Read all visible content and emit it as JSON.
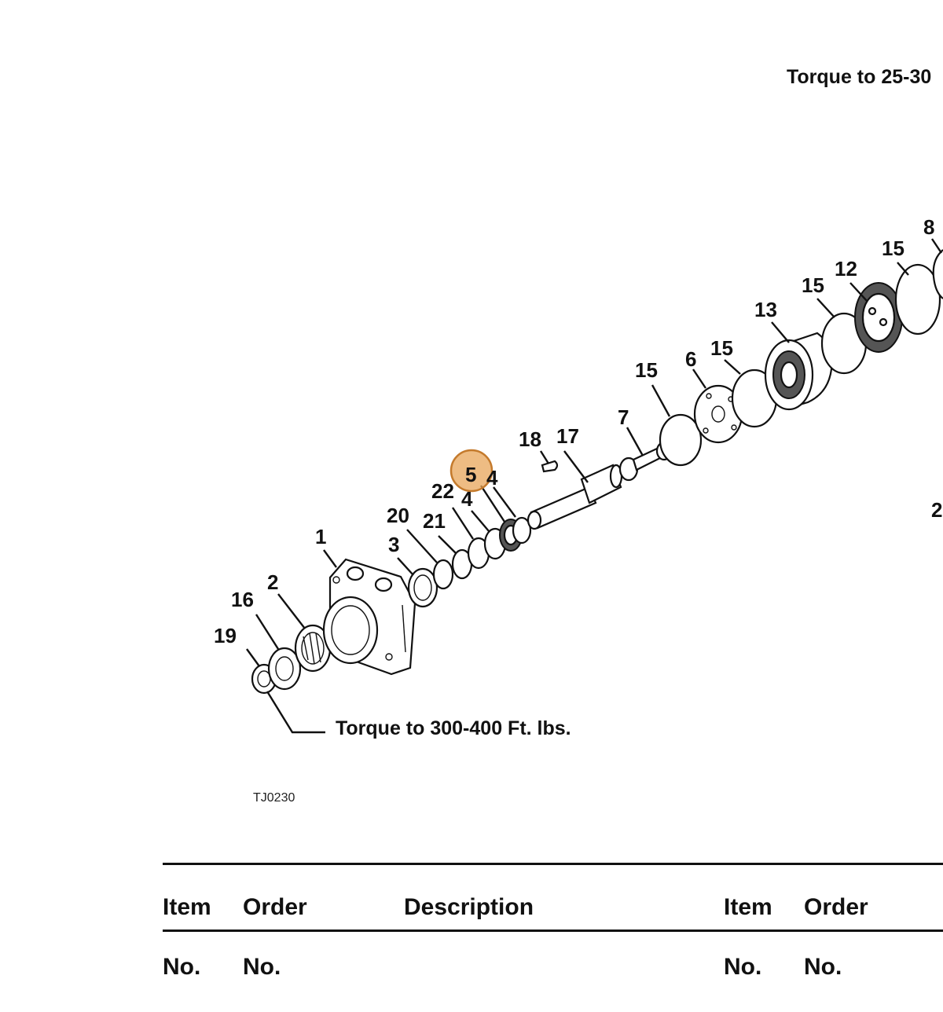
{
  "callouts": {
    "c1": "1",
    "c2": "2",
    "c3": "3",
    "c4a": "4",
    "c4b": "4",
    "c5": "5",
    "c6": "6",
    "c7": "7",
    "c8": "8",
    "c12": "12",
    "c13": "13",
    "c15a": "15",
    "c15b": "15",
    "c15c": "15",
    "c15d": "15",
    "c16": "16",
    "c17": "17",
    "c18": "18",
    "c19": "19",
    "c20": "20",
    "c21": "21",
    "c22": "22",
    "c2r": "2"
  },
  "notes": {
    "torque_top": "Torque to 25-30",
    "torque_bottom": "Torque to 300-400 Ft. lbs."
  },
  "figure_id": "TJ0230",
  "highlight": {
    "label": "5",
    "color": "#e8a55a"
  },
  "table_header": {
    "col1_line1": "Item",
    "col1_line2": "No.",
    "col2_line1": "Order",
    "col2_line2": "No.",
    "col3": "Description",
    "col4_line1": "Item",
    "col4_line2": "No.",
    "col5_line1": "Order",
    "col5_line2": "No."
  }
}
